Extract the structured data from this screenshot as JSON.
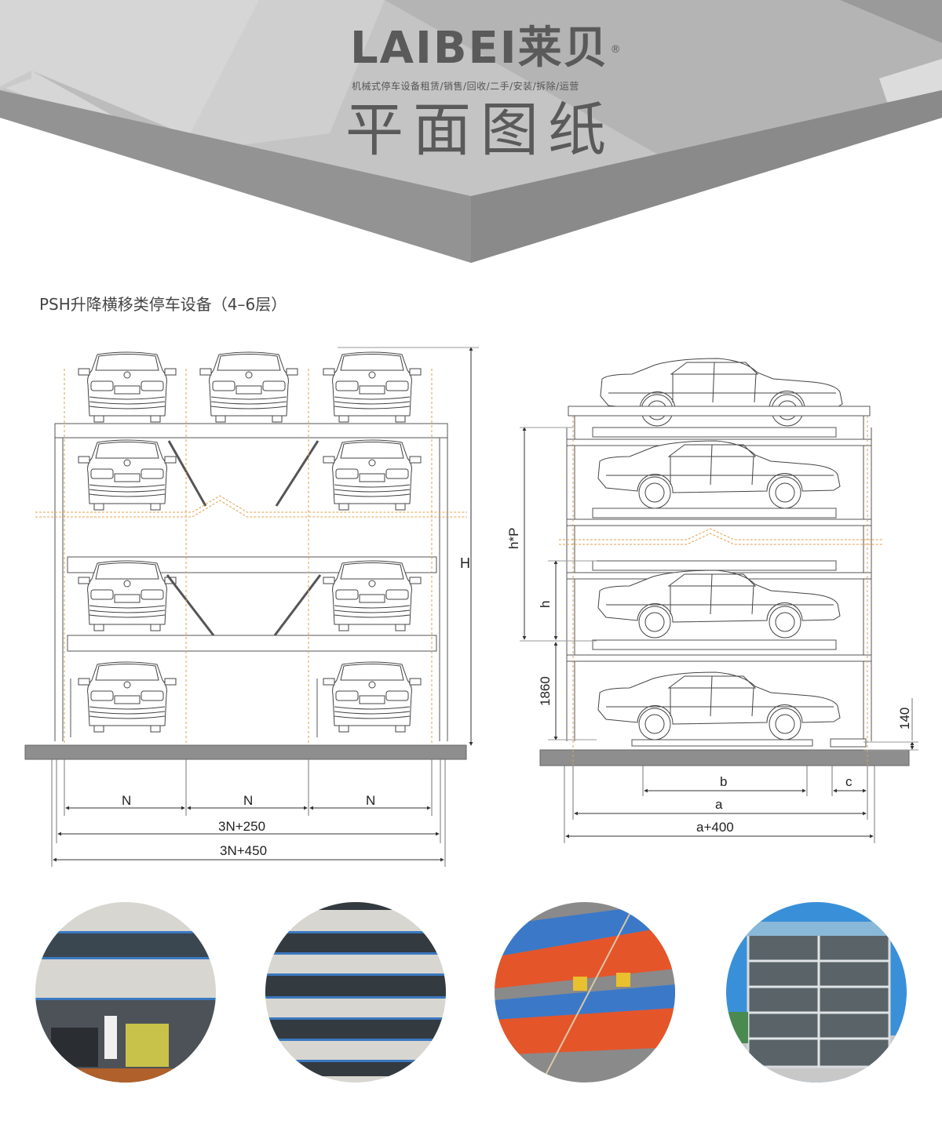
{
  "header": {
    "logo_latin": "LAIBEI",
    "logo_cjk": "莱贝",
    "registered_mark": "®",
    "tagline": "机械式停车设备租赁/销售/回收/二手/安装/拆除/运营",
    "title": "平面图纸",
    "colors": {
      "text": "#5a5a5a",
      "banner_light": "#c8c8c8",
      "banner_mid": "#b0b0b0",
      "banner_dark": "#8f8f8f"
    }
  },
  "section": {
    "title": "PSH升降横移类停车设备（4–6层）"
  },
  "front_view": {
    "name": "front elevation",
    "dimensions": {
      "total_height": "H",
      "bay_widths": [
        "N",
        "N",
        "N"
      ],
      "inner_width": "3N+250",
      "outer_width": "3N+450"
    },
    "levels": 4,
    "columns": 3
  },
  "side_view": {
    "name": "side elevation",
    "dimensions": {
      "stack_height": "h*P",
      "level_height": "h",
      "ground_clearance": "1860",
      "pit_depth": "140",
      "wheelbase_span": "b",
      "edge_offset": "c",
      "length": "a",
      "outer_length": "a+400"
    }
  },
  "photos": [
    {
      "label": "parking-structure-photo-1",
      "desc": "Lift-slide parking with cars at ground level"
    },
    {
      "label": "parking-structure-photo-2",
      "desc": "Stacked blue-beam pallets"
    },
    {
      "label": "parking-structure-photo-3",
      "desc": "Orange and blue steel frame closeup"
    },
    {
      "label": "parking-structure-photo-4",
      "desc": "Multi-level steel parking tower"
    }
  ]
}
